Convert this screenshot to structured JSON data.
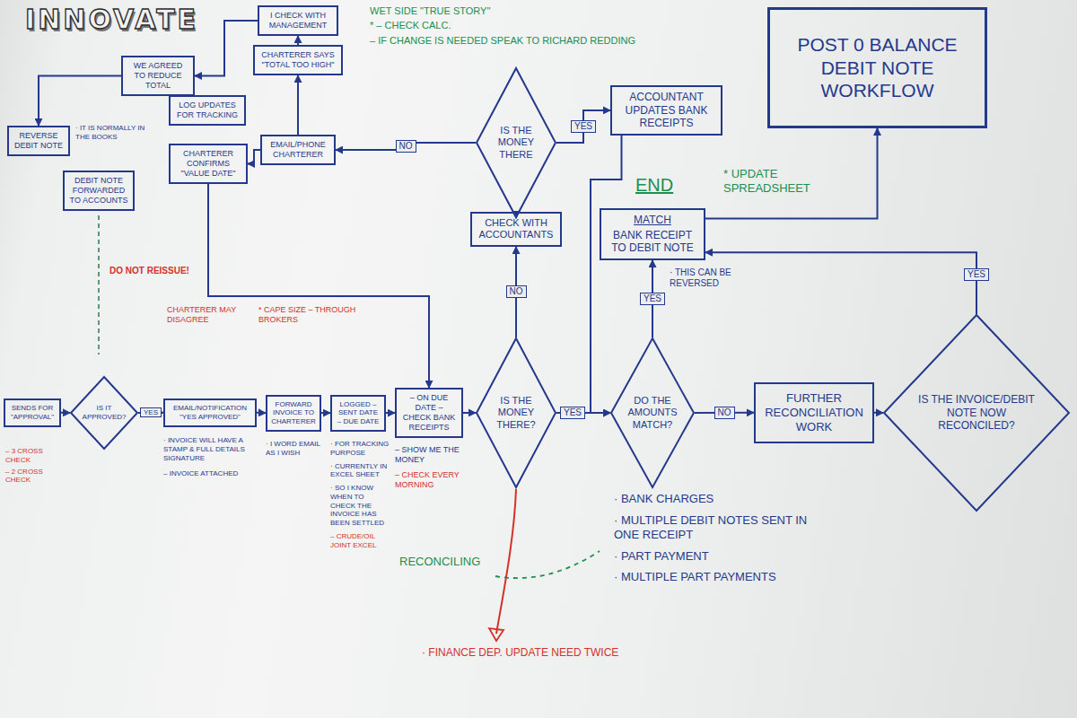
{
  "diagram": {
    "title": "INNOVATE",
    "nodes": [
      {
        "text": [
          "I CHECK WITH MANAGEMENT"
        ]
      },
      {
        "text": [
          "WE AGREED TO REDUCE TOTAL"
        ]
      },
      {
        "text": [
          "CHARTERER SAYS \"TOTAL TOO HIGH\""
        ]
      },
      {
        "text": [
          "REVERSE DEBIT NOTE"
        ]
      },
      {
        "text": [
          "LOG UPDATES FOR TRACKING"
        ]
      },
      {
        "text": [
          "EMAIL/PHONE CHARTERER"
        ]
      },
      {
        "text": [
          "DEBIT NOTE FORWARDED TO ACCOUNTS"
        ]
      },
      {
        "text": [
          "CHARTERER CONFIRMS \"VALUE DATE\""
        ]
      },
      {
        "text": [
          "IS THE MONEY THERE"
        ]
      },
      {
        "text": [
          "ACCOUNTANT UPDATES BANK RECEIPTS"
        ]
      },
      {
        "text": [
          "POST 0 BALANCE DEBIT NOTE WORKFLOW"
        ]
      },
      {
        "text": [
          "CHECK WITH ACCOUNTANTS"
        ]
      },
      {
        "text": [
          "MATCH",
          "BANK RECEIPT TO DEBIT NOTE"
        ]
      },
      {
        "text": [
          "SENDS FOR \"APPROVAL\""
        ]
      },
      {
        "text": [
          "IS IT APPROVED?"
        ]
      },
      {
        "text": [
          "EMAIL/NOTIFICATION \"YES APPROVED\""
        ]
      },
      {
        "text": [
          "FORWARD INVOICE TO CHARTERER"
        ]
      },
      {
        "text": [
          "LOGGED – SENT DATE – DUE DATE"
        ]
      },
      {
        "text": [
          "– ON DUE DATE – CHECK BANK RECEIPTS"
        ]
      },
      {
        "text": [
          "IS THE MONEY THERE?"
        ]
      },
      {
        "text": [
          "DO THE AMOUNTS MATCH?"
        ]
      },
      {
        "text": [
          "FURTHER RECONCILIATION WORK"
        ]
      },
      {
        "text": [
          "IS THE INVOICE/DEBIT NOTE NOW RECONCILED?"
        ]
      }
    ],
    "edges": [
      {
        "from": 0,
        "to": 1,
        "arrow": "to"
      },
      {
        "from": 1,
        "to": 3,
        "arrow": "to"
      },
      {
        "from": 2,
        "to": 0,
        "arrow": "to"
      },
      {
        "from": 5,
        "to": 2,
        "arrow": "to"
      },
      {
        "from": 5,
        "to": 7,
        "arrow": "to"
      },
      {
        "from": 8,
        "to": 5,
        "label": "NO",
        "arrow": "to"
      },
      {
        "from": 8,
        "to": 9,
        "label": "YES",
        "arrow": "to"
      },
      {
        "from": 9,
        "to": 20,
        "arrow": "to"
      },
      {
        "from": 11,
        "to": 8,
        "arrow": "to"
      },
      {
        "from": 19,
        "to": 11,
        "label": "NO",
        "arrow": "to"
      },
      {
        "from": 7,
        "to": 18,
        "arrow": "to"
      },
      {
        "from": 13,
        "to": 14,
        "arrow": "to"
      },
      {
        "from": 14,
        "to": 15,
        "label": "YES",
        "arrow": "to"
      },
      {
        "from": 15,
        "to": 16,
        "arrow": "to"
      },
      {
        "from": 16,
        "to": 17,
        "arrow": "to"
      },
      {
        "from": 17,
        "to": 18,
        "arrow": "to"
      },
      {
        "from": 18,
        "to": 19,
        "arrow": "to"
      },
      {
        "from": 19,
        "to": 20,
        "label": "YES",
        "arrow": "to"
      },
      {
        "from": 20,
        "to": 12,
        "label": "YES",
        "arrow": "to"
      },
      {
        "from": 20,
        "to": 21,
        "label": "NO",
        "arrow": "to"
      },
      {
        "from": 21,
        "to": 22,
        "arrow": "to"
      },
      {
        "from": 22,
        "to": 12,
        "label": "YES",
        "arrow": "to"
      },
      {
        "from": 12,
        "to": 10,
        "arrow": "to"
      }
    ],
    "labels": [
      "WET SIDE \"TRUE STORY\"",
      "* – CHECK CALC.",
      "– IF CHANGE IS NEEDED SPEAK TO RICHARD REDDING",
      "· IT IS NORMALLY IN THE BOOKS",
      "DO NOT REISSUE!",
      "CHARTERER MAY DISAGREE",
      "* CAPE SIZE – THROUGH BROKERS",
      "END",
      "* UPDATE SPREADSHEET",
      "· THIS CAN BE REVERSED",
      "– 3 CROSS CHECK",
      "– 2 CROSS CHECK",
      "· INVOICE WILL HAVE A STAMP & FULL DETAILS SIGNATURE",
      "– INVOICE ATTACHED",
      "· I WORD EMAIL AS I WISH",
      "· FOR TRACKING PURPOSE",
      "· CURRENTLY IN EXCEL SHEET",
      "· SO I KNOW WHEN TO CHECK THE INVOICE HAS BEEN SETTLED",
      "– CRUDE/OIL JOINT EXCEL",
      "– SHOW ME THE MONEY",
      "– CHECK EVERY MORNING",
      "RECONCILING",
      "· BANK CHARGES",
      "· MULTIPLE DEBIT NOTES SENT IN ONE RECEIPT",
      "· PART PAYMENT",
      "· MULTIPLE PART PAYMENTS",
      "· FINANCE DEP. UPDATE NEED TWICE"
    ]
  }
}
